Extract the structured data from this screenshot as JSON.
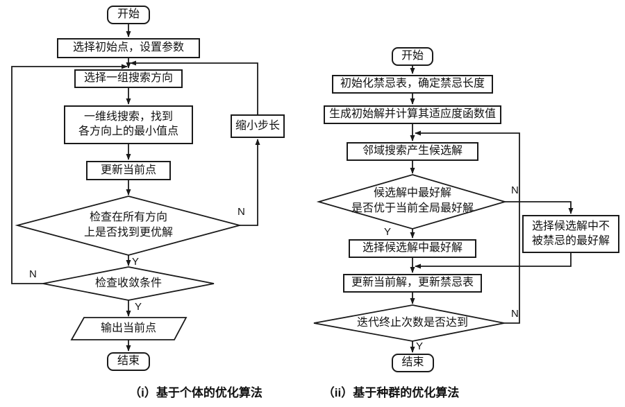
{
  "left": {
    "start": "开始",
    "init": "选择初始点，设置参数",
    "select_dir": "选择一组搜索方向",
    "line_search": "一维线搜索，找到\n各方向上的最小值点",
    "update_point": "更新当前点",
    "check_dir": "检查在所有方向\n上是否找到更优解",
    "shrink_step": "缩小步长",
    "check_conv": "检查收敛条件",
    "output": "输出当前点",
    "end": "结束",
    "n1": "N",
    "y1": "Y",
    "n2": "N",
    "y2": "Y",
    "caption": "（i）基于个体的优化算法"
  },
  "right": {
    "start": "开始",
    "init_tabu": "初始化禁忌表，确定禁忌长度",
    "gen_init": "生成初始解并计算其适应度函数值",
    "neighborhood": "邻域搜索产生候选解",
    "check_best": "候选解中最好解\n是否优于当前全局最好解",
    "select_non_tabu": "选择候选解中不\n被禁忌的最好解",
    "select_best": "选择候选解中最好解",
    "update_solution": "更新当前解，更新禁忌表",
    "check_iter": "迭代终止次数是否达到",
    "end": "结束",
    "n1": "N",
    "y1": "Y",
    "n2": "N",
    "y2": "Y",
    "caption": "（ii）基于种群的优化算法"
  },
  "colors": {
    "line": "#1a1a1a",
    "background": "#ffffff"
  }
}
